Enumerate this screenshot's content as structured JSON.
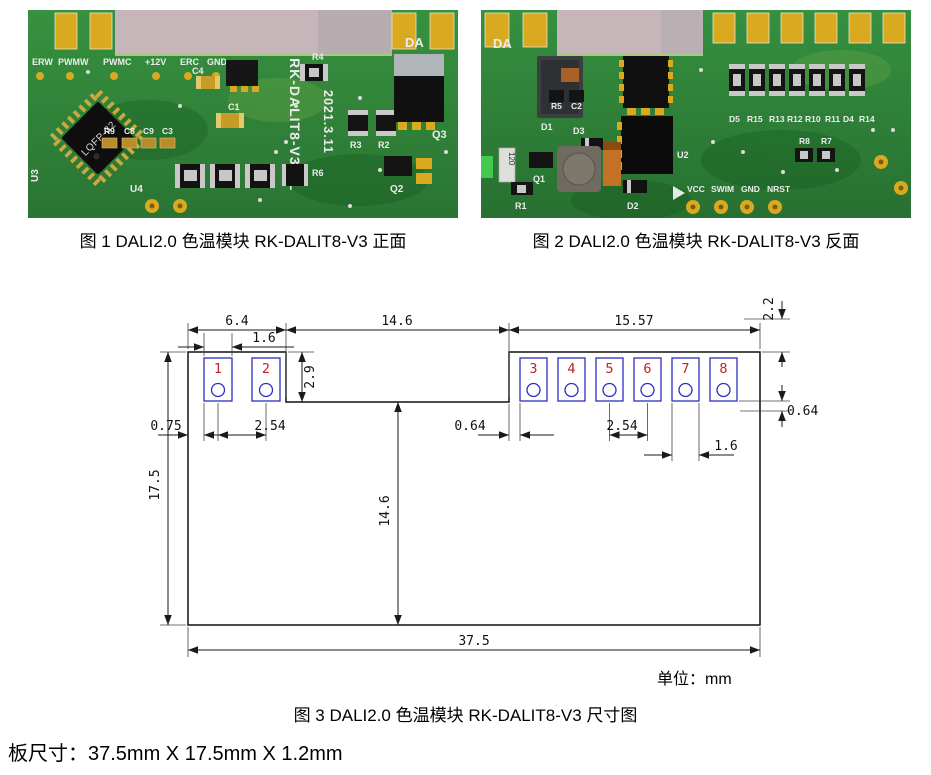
{
  "fig1": {
    "caption": "图 1 DALI2.0 色温模块 RK-DALIT8-V3  正面",
    "corner_label": "DA",
    "pin_labels": [
      "ERW",
      "PWMW",
      "PWMC",
      "+12V",
      "ERC",
      "GND"
    ],
    "board_name": "RK-DALIT8-V3 RL",
    "date_code": "2021.3.11",
    "refs": {
      "u3": "U3",
      "u4": "U4",
      "chip": "LQFP-32",
      "c4": "C4",
      "r4": "R4",
      "c1": "C1",
      "r9": "R9",
      "c8": "C8",
      "c9": "C9",
      "c3": "C3",
      "r3": "R3",
      "r2": "R2",
      "r6": "R6",
      "q3": "Q3",
      "q2": "Q2"
    }
  },
  "fig2": {
    "caption": "图 2 DALI2.0 色温模块 RK-DALIT8-V3  反面",
    "corner_label": "DA",
    "pin_labels": [
      "VCC",
      "SWIM",
      "GND",
      "NRST"
    ],
    "res_row": [
      "D5",
      "R15",
      "R13",
      "R12",
      "R10",
      "R11",
      "D4",
      "R14"
    ],
    "refs": {
      "r5": "R5",
      "c2": "C2",
      "d1": "D1",
      "d3": "D3",
      "u2": "U2",
      "r8": "R8",
      "r7": "R7",
      "q1": "Q1",
      "r1": "R1",
      "d2": "D2",
      "coil": "120"
    }
  },
  "fig3": {
    "caption": "图 3 DALI2.0 色温模块 RK-DALIT8-V3  尺寸图",
    "unit_note": "单位：mm",
    "pad_numbers": [
      "1",
      "2",
      "3",
      "4",
      "5",
      "6",
      "7",
      "8"
    ],
    "dims": {
      "top_left": "6.4",
      "top_mid": "14.6",
      "top_right": "15.57",
      "right_top": "2.2",
      "left_pad_width": "1.6",
      "notch_depth": "2.9",
      "left_margin": "0.75",
      "left_pitch": "2.54",
      "mid_gap": "0.64",
      "right_pitch": "2.54",
      "right_gap": "0.64",
      "right_pad_width": "1.6",
      "board_height": "17.5",
      "notch_height": "14.6",
      "board_width": "37.5"
    }
  },
  "footer": {
    "board_size": "板尺寸：37.5mm X 17.5mm X 1.2mm"
  }
}
